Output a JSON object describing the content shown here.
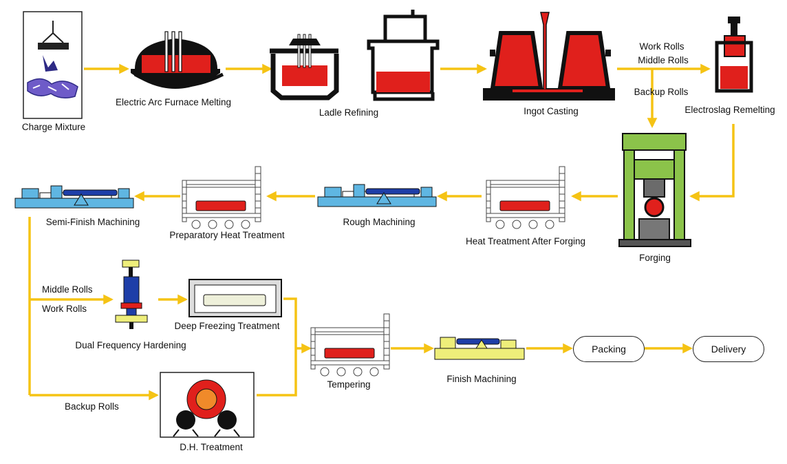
{
  "colors": {
    "arrow": "#F5C314",
    "molten": "#E0201C",
    "roll_blue": "#1E3EA8",
    "lathe_cyan": "#5FB6E2",
    "lathe_yellow": "#EEEE7A",
    "press_green": "#8BC34A",
    "outline": "#111111",
    "scrap": "#5A4AB0"
  },
  "icons": [
    "magnet-crane-icon",
    "furnace-icon",
    "ladle-icon",
    "vacuum-degasser-icon",
    "ingot-mould-icon",
    "esr-furnace-icon",
    "forging-press-icon",
    "heat-treatment-furnace-icon",
    "lathe-icon",
    "hardening-machine-icon",
    "freezer-icon",
    "dh-rolls-icon"
  ],
  "stages": {
    "charge_mixture": "Charge Mixture",
    "eaf_melting": "Electric Arc Furnace Melting",
    "ladle_refining": "Ladle Refining",
    "ingot_casting": "Ingot Casting",
    "electroslag_remelting": "Electroslag Remelting",
    "forging": "Forging",
    "heat_treatment_after_forging": "Heat Treatment After Forging",
    "rough_machining": "Rough Machining",
    "preparatory_heat_treatment": "Preparatory Heat Treatment",
    "semi_finish_machining": "Semi-Finish Machining",
    "dual_frequency_hardening": "Dual Frequency Hardening",
    "deep_freezing_treatment": "Deep Freezing Treatment",
    "dh_treatment": "D.H. Treatment",
    "tempering": "Tempering",
    "finish_machining": "Finish Machining",
    "packing": "Packing",
    "delivery": "Delivery"
  },
  "branch_labels": {
    "work_rolls_top": "Work Rolls",
    "middle_rolls_top": "Middle Rolls",
    "backup_rolls_top": "Backup Rolls",
    "middle_rolls_left": "Middle Rolls",
    "work_rolls_left": "Work Rolls",
    "backup_rolls_bottom": "Backup Rolls"
  }
}
